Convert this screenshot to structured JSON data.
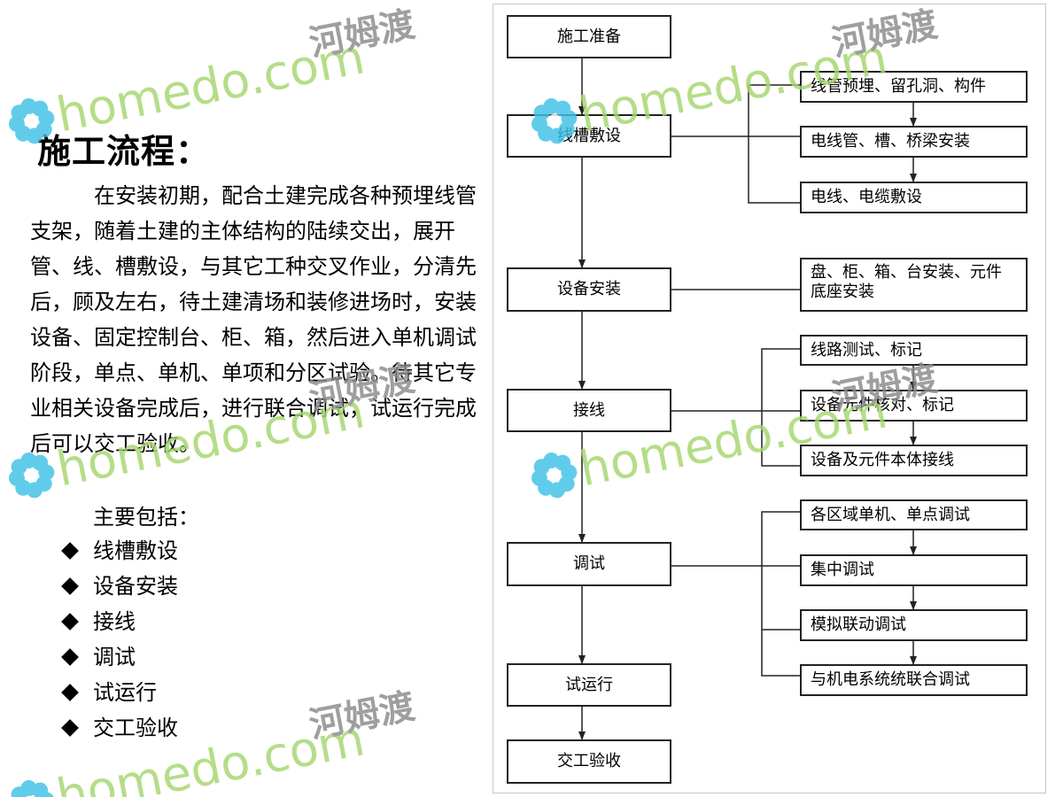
{
  "left": {
    "heading": "施工流程：",
    "paragraph": "在安装初期，配合土建完成各种预埋线管支架，随着土建的主体结构的陆续交出，展开管、线、槽敷设，与其它工种交叉作业，分清先后，顾及左右，待土建清场和装修进场时，安装设备、固定控制台、柜、箱，然后进入单机调试阶段，单点、单机、单项和分区试验。待其它专业相关设备完成后，进行联合调试，试运行完成后可以交工验收。",
    "intro": "主要包括：",
    "items": [
      "线槽敷设",
      "设备安装",
      "接线",
      "调试",
      "试运行",
      "交工验收"
    ]
  },
  "flow": {
    "main": [
      "施工准备",
      "线槽敷设",
      "设备安装",
      "接线",
      "调试",
      "试运行",
      "交工验收"
    ],
    "sub_wiring": [
      "线管预埋、留孔洞、构件",
      "电线管、槽、桥梁安装",
      "电线、电缆敷设"
    ],
    "sub_install": [
      "盘、柜、箱、台安装、元件底座安装"
    ],
    "sub_connect": [
      "线路测试、标记",
      "设备元件核对、标记",
      "设备及元件本体接线"
    ],
    "sub_debug": [
      "各区域单机、单点调试",
      "集中调试",
      "模拟联动调试",
      "与机电系统统联合调试"
    ]
  },
  "watermark": {
    "brand_latin": "homedo.com",
    "brand_cn": "河姆渡",
    "colors": {
      "latin_green": "#a6d66f",
      "latin_blue": "#4cc8e4",
      "cn": "#8a8a8a",
      "petal": "#3fc2e6"
    }
  }
}
